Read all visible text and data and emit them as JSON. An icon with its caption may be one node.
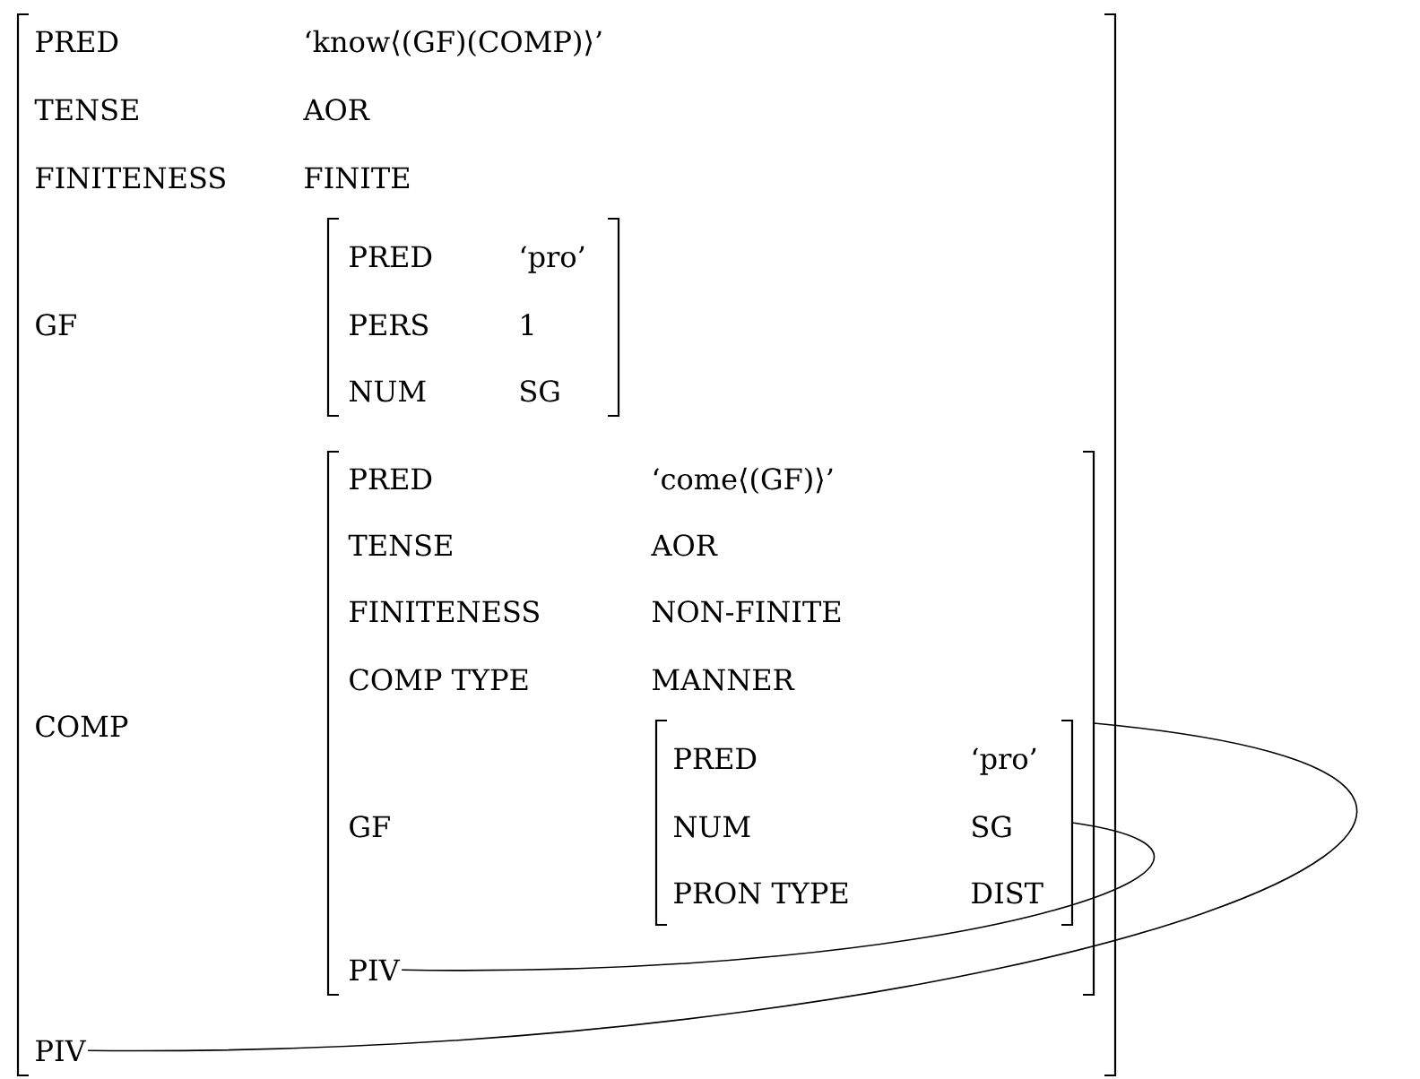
{
  "diagram": {
    "nodes": [
      {
        "text": [
          "PRED",
          "‘know⟨(GF)(COMP)⟩’",
          "TENSE",
          "AOR",
          "FINITENESS",
          "FINITE",
          "GF",
          "COMP"
        ]
      },
      {
        "text": [
          "PRED",
          "‘pro’",
          "PERS",
          "1",
          "NUM",
          "SG"
        ],
        "in": 0
      },
      {
        "text": [
          "PRED",
          "‘come⟨(GF)⟩’",
          "TENSE",
          "AOR",
          "FINITENESS",
          "NON-FINITE",
          "COMP TYPE",
          "MANNER",
          "GF"
        ],
        "in": 0
      },
      {
        "text": [
          "PRED",
          "‘pro’",
          "NUM",
          "SG",
          "PRON TYPE",
          "DIST"
        ],
        "in": 2
      },
      {
        "text": [
          "PIV"
        ],
        "in": 2
      },
      {
        "text": [
          "PIV"
        ],
        "in": 0
      }
    ],
    "edges": [
      {
        "from": 4,
        "to": 3,
        "arrow": "none"
      },
      {
        "from": 5,
        "to": 2,
        "arrow": "none"
      }
    ]
  }
}
